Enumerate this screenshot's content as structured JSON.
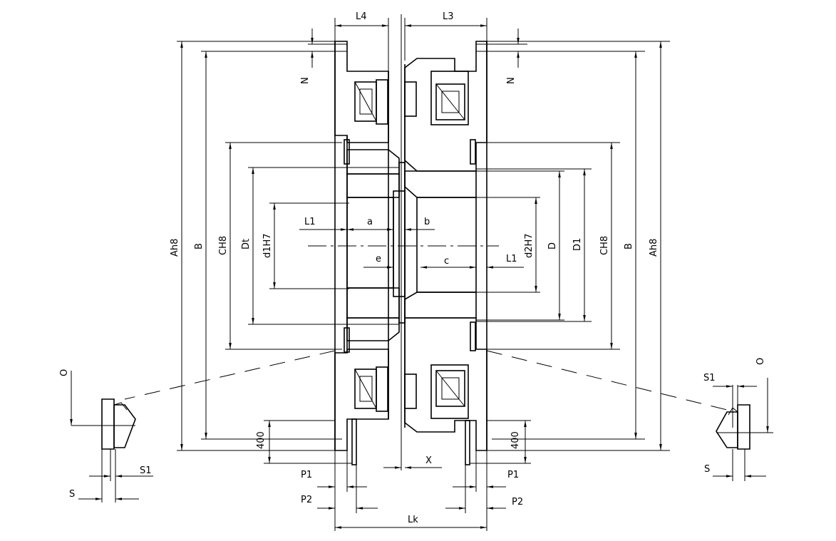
{
  "labels": {
    "L4": "L4",
    "L3": "L3",
    "N": "N",
    "Ah8": "Ah8",
    "B": "B",
    "CH8": "CH8",
    "Dt": "Dt",
    "d1H7": "d1H7",
    "d2H7": "d2H7",
    "D": "D",
    "D1": "D1",
    "L1": "L1",
    "a": "a",
    "b": "b",
    "c": "c",
    "e": "e",
    "O": "O",
    "S": "S",
    "S1": "S1",
    "P1": "P1",
    "P2": "P2",
    "X": "X",
    "Lk": "Lk",
    "d400": "400"
  }
}
